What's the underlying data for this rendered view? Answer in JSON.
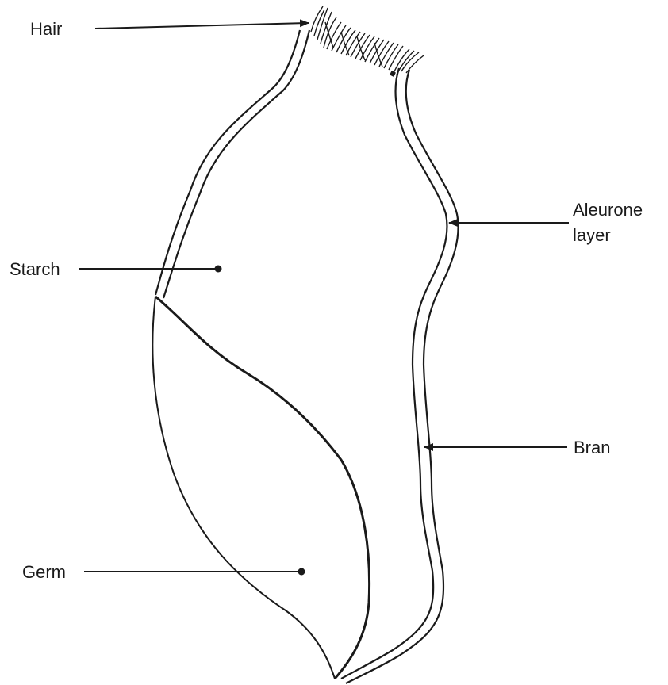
{
  "labels": {
    "hair": "Hair",
    "starch": "Starch",
    "germ": "Germ",
    "aleurone_line1": "Aleurone",
    "aleurone_line2": "layer",
    "bran": "Bran"
  },
  "colors": {
    "ink": "#1a1a1a",
    "background": "#ffffff"
  }
}
